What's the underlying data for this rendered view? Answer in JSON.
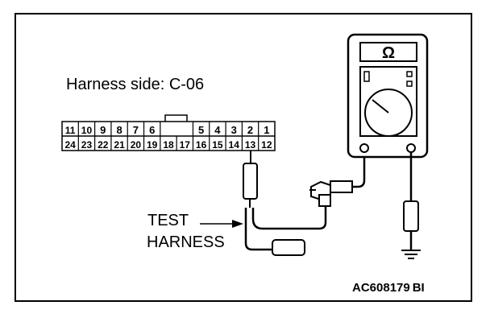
{
  "harness_label": "Harness side: C-06",
  "ohm_symbol": "Ω",
  "test_label": "TEST",
  "harness_word": "HARNESS",
  "figure_code": "AC608179",
  "figure_suffix": "BI",
  "connector": {
    "top_row": [
      "11",
      "10",
      "9",
      "8",
      "7",
      "6",
      "",
      "",
      "5",
      "4",
      "3",
      "2",
      "1"
    ],
    "bottom_row": [
      "24",
      "23",
      "22",
      "21",
      "20",
      "19",
      "18",
      "17",
      "16",
      "15",
      "14",
      "13",
      "12"
    ]
  },
  "icons": {
    "meter": "multimeter-icon",
    "ground": "ground-icon"
  }
}
